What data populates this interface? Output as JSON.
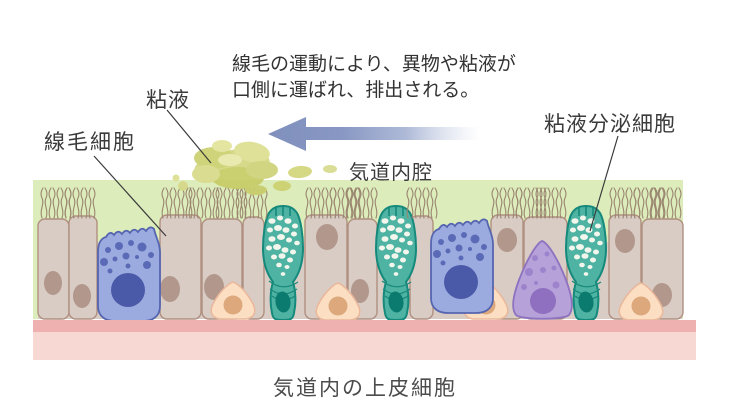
{
  "description": {
    "line1": "線毛の運動により、異物や粘液が",
    "line2": "口側に運ばれ、排出される。"
  },
  "labels": {
    "mucus": "粘液",
    "ciliated_cell": "線毛細胞",
    "mucus_secreting_cell": "粘液分泌細胞",
    "airway_lumen": "気道内腔"
  },
  "caption": "気道内の上皮細胞",
  "colors": {
    "arrow": "#8090bc",
    "lumen": "#dcecbb",
    "columnar_cell": "#d9ccc4",
    "ciliated_blue_cell": "#9cabdf",
    "goblet_cell": "#4fb3a3",
    "secretory_purple_cell": "#b6a1d9",
    "basal_cell": "#fcdfc2",
    "basement_membrane": "#efb1af",
    "submucosa": "#f8d8d2",
    "mucus_blob": "#d5d884",
    "text": "#3b3b3b"
  }
}
